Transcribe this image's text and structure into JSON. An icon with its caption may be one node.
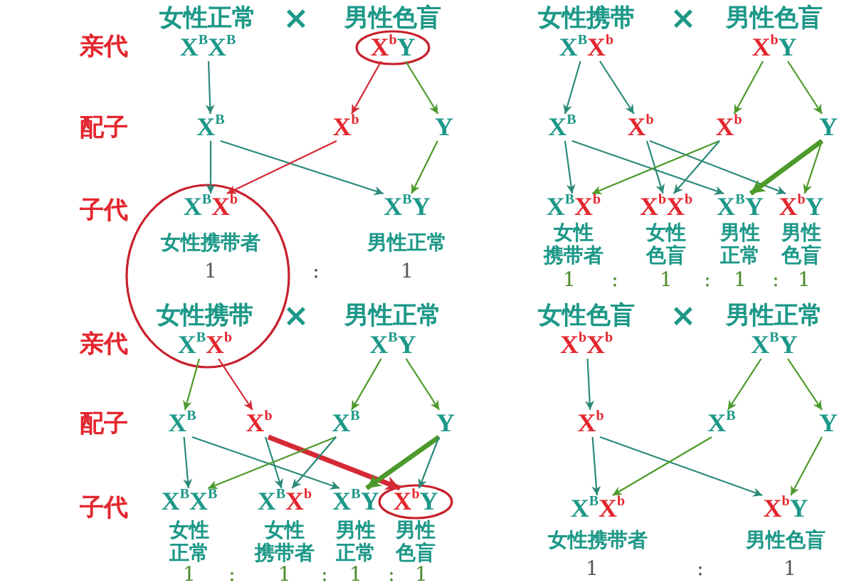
{
  "diagram": {
    "nodes": [
      {
        "text": [
          "女性正常",
          "X$^{B}$X$^{B}$"
        ]
      },
      {
        "text": [
          "男性色盲",
          "X$^{b}$Y"
        ]
      },
      {
        "text": [
          "X$^{B}$"
        ]
      },
      {
        "text": [
          "X$^{b}$"
        ]
      },
      {
        "text": [
          "Y"
        ]
      },
      {
        "text": [
          "X$^{B}$X$^{b}$",
          "女性携带者"
        ]
      },
      {
        "text": [
          "X$^{B}$Y",
          "男性正常"
        ]
      },
      {
        "text": [
          "女性携带",
          "X$^{B}$X$^{b}$"
        ]
      },
      {
        "text": [
          "男性色盲",
          "X$^{b}$Y"
        ]
      },
      {
        "text": [
          "X$^{B}$"
        ]
      },
      {
        "text": [
          "X$^{b}$"
        ]
      },
      {
        "text": [
          "X$^{b}$"
        ]
      },
      {
        "text": [
          "Y"
        ]
      },
      {
        "text": [
          "X$^{B}$X$^{b}$",
          "女性携带者"
        ]
      },
      {
        "text": [
          "X$^{b}$X$^{b}$",
          "女性色盲"
        ]
      },
      {
        "text": [
          "X$^{B}$Y",
          "男性正常"
        ]
      },
      {
        "text": [
          "X$^{b}$Y",
          "男性色盲"
        ]
      },
      {
        "text": [
          "女性携带",
          "X$^{B}$X$^{b}$"
        ]
      },
      {
        "text": [
          "男性正常",
          "X$^{B}$Y"
        ]
      },
      {
        "text": [
          "X$^{B}$"
        ]
      },
      {
        "text": [
          "X$^{b}$"
        ]
      },
      {
        "text": [
          "X$^{B}$"
        ]
      },
      {
        "text": [
          "Y"
        ]
      },
      {
        "text": [
          "X$^{B}$X$^{B}$",
          "女性正常"
        ]
      },
      {
        "text": [
          "X$^{B}$X$^{b}$",
          "女性携带者"
        ]
      },
      {
        "text": [
          "X$^{B}$Y",
          "男性正常"
        ]
      },
      {
        "text": [
          "X$^{b}$Y",
          "男性色盲"
        ]
      },
      {
        "text": [
          "女性色盲",
          "X$^{b}$X$^{b}$"
        ]
      },
      {
        "text": [
          "男性正常",
          "X$^{B}$Y"
        ]
      },
      {
        "text": [
          "X$^{b}$"
        ]
      },
      {
        "text": [
          "X$^{B}$"
        ]
      },
      {
        "text": [
          "Y"
        ]
      },
      {
        "text": [
          "X$^{B}$X$^{b}$",
          "女性携带者"
        ]
      },
      {
        "text": [
          "X$^{b}$Y",
          "男性色盲"
        ]
      }
    ],
    "edges": [
      {
        "from": 0,
        "to": 2,
        "arrow": "to"
      },
      {
        "from": 1,
        "to": 3,
        "arrow": "to",
        "color": "#d42a35"
      },
      {
        "from": 1,
        "to": 4,
        "arrow": "to",
        "color": "#4c9a2a"
      },
      {
        "from": 2,
        "to": 5,
        "arrow": "to"
      },
      {
        "from": 2,
        "to": 6,
        "arrow": "to"
      },
      {
        "from": 3,
        "to": 5,
        "arrow": "to",
        "color": "#d42a35"
      },
      {
        "from": 4,
        "to": 6,
        "arrow": "to",
        "color": "#4c9a2a"
      },
      {
        "from": 7,
        "to": 9,
        "arrow": "to"
      },
      {
        "from": 7,
        "to": 10,
        "arrow": "to"
      },
      {
        "from": 8,
        "to": 11,
        "arrow": "to",
        "color": "#4c9a2a"
      },
      {
        "from": 8,
        "to": 12,
        "arrow": "to",
        "color": "#4c9a2a"
      },
      {
        "from": 9,
        "to": 13,
        "arrow": "to"
      },
      {
        "from": 9,
        "to": 15,
        "arrow": "to"
      },
      {
        "from": 10,
        "to": 14,
        "arrow": "to"
      },
      {
        "from": 10,
        "to": 16,
        "arrow": "to"
      },
      {
        "from": 11,
        "to": 13,
        "arrow": "to",
        "color": "#4c9a2a"
      },
      {
        "from": 11,
        "to": 14,
        "arrow": "to"
      },
      {
        "from": 12,
        "to": 15,
        "arrow": "to",
        "style": "thick",
        "color": "#4c9a2a"
      },
      {
        "from": 12,
        "to": 16,
        "arrow": "to",
        "color": "#4c9a2a"
      },
      {
        "from": 17,
        "to": 19,
        "arrow": "to",
        "color": "#4c9a2a"
      },
      {
        "from": 17,
        "to": 20,
        "arrow": "to",
        "color": "#d42a35"
      },
      {
        "from": 18,
        "to": 21,
        "arrow": "to",
        "color": "#4c9a2a"
      },
      {
        "from": 18,
        "to": 22,
        "arrow": "to",
        "color": "#4c9a2a"
      },
      {
        "from": 19,
        "to": 23,
        "arrow": "to"
      },
      {
        "from": 19,
        "to": 25,
        "arrow": "to"
      },
      {
        "from": 20,
        "to": 24,
        "arrow": "to"
      },
      {
        "from": 20,
        "to": 26,
        "arrow": "to",
        "style": "thick",
        "color": "#d42a35"
      },
      {
        "from": 21,
        "to": 23,
        "arrow": "to",
        "color": "#4c9a2a"
      },
      {
        "from": 21,
        "to": 24,
        "arrow": "to"
      },
      {
        "from": 22,
        "to": 25,
        "arrow": "to",
        "style": "thick",
        "color": "#4c9a2a"
      },
      {
        "from": 22,
        "to": 26,
        "arrow": "to"
      },
      {
        "from": 27,
        "to": 29,
        "arrow": "to"
      },
      {
        "from": 28,
        "to": 30,
        "arrow": "to",
        "color": "#4c9a2a"
      },
      {
        "from": 28,
        "to": 31,
        "arrow": "to",
        "color": "#4c9a2a"
      },
      {
        "from": 29,
        "to": 32,
        "arrow": "to"
      },
      {
        "from": 29,
        "to": 33,
        "arrow": "to"
      },
      {
        "from": 30,
        "to": 32,
        "arrow": "to",
        "color": "#4c9a2a"
      },
      {
        "from": 31,
        "to": 33,
        "arrow": "to",
        "color": "#4c9a2a"
      }
    ],
    "labels": [
      "×",
      "×",
      "亲代",
      "配子",
      "子代",
      "1",
      ":",
      "1",
      "1",
      ":",
      "1",
      ":",
      "1",
      ":",
      "1",
      "×",
      "×",
      "亲代",
      "配子",
      "子代",
      "1",
      ":",
      "1",
      ":",
      "1",
      ":",
      "1",
      "1",
      ":",
      "1"
    ]
  }
}
